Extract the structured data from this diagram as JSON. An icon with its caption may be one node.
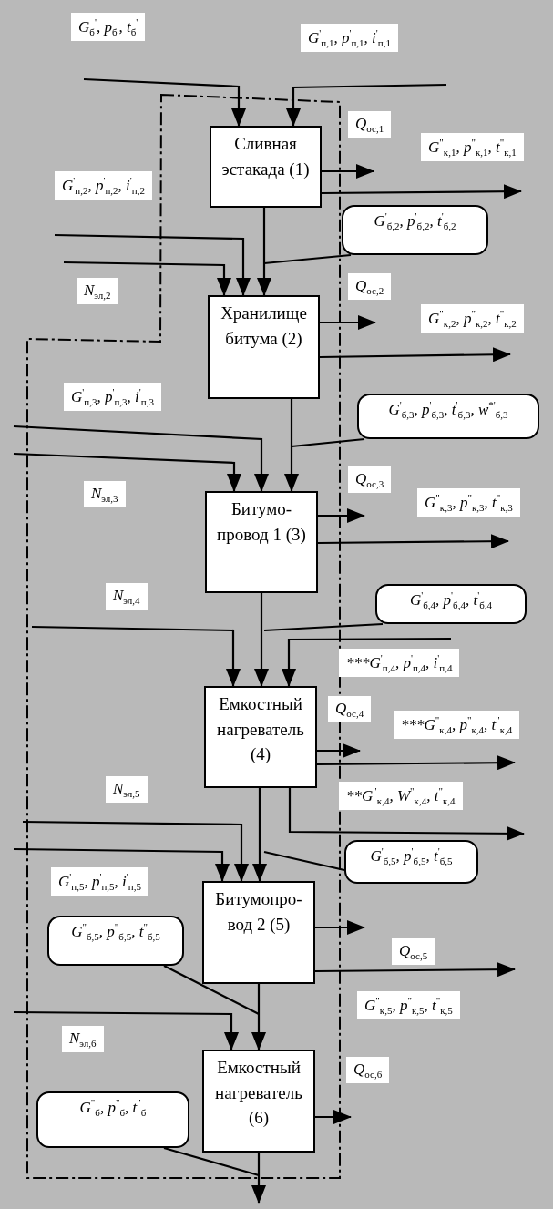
{
  "diagram": {
    "nodes": [
      {
        "text": [
          "Сливная эстакада (1)"
        ]
      },
      {
        "text": [
          "Хранилище битума (2)"
        ]
      },
      {
        "text": [
          "Битумо-провод 1 (3)"
        ]
      },
      {
        "text": [
          "Емкостный нагреватель (4)"
        ]
      },
      {
        "text": [
          "Битумопро-вод 2 (5)"
        ]
      },
      {
        "text": [
          "Емкостный нагреватель (6)"
        ]
      },
      {
        "text": [
          "G$^{'}$$_{б,2}$, p$^{'}$$_{б,2}$, t$^{'}$$_{б,2}$"
        ]
      },
      {
        "text": [
          "G$^{'}$$_{б,3}$, p$^{'}$$_{б,3}$, t$^{'}$$_{б,3}$, w$^{*'}$$_{б,3}$"
        ]
      },
      {
        "text": [
          "G$^{'}$$_{б,4}$, p$^{'}$$_{б,4}$, t$^{'}$$_{б,4}$"
        ]
      },
      {
        "text": [
          "G$^{'}$$_{б,5}$, p$^{'}$$_{б,5}$, t$^{'}$$_{б,5}$"
        ]
      },
      {
        "text": [
          "G$^{\"}$$_{б,5}$, p$^{\"}$$_{б,5}$, t$^{\"}$$_{б,5}$"
        ]
      },
      {
        "text": [
          "G$^{\"}$$_{б}$, p$^{\"}$$_{б}$, t$^{\"}$$_{б}$"
        ]
      }
    ],
    "edges": [
      {
        "from": null,
        "to": 0,
        "arrow": "to"
      },
      {
        "from": null,
        "to": 0,
        "arrow": "to"
      },
      {
        "from": 0,
        "to": null,
        "arrow": "to"
      },
      {
        "from": 0,
        "to": null,
        "arrow": "to"
      },
      {
        "from": 0,
        "to": 1,
        "arrow": "to"
      },
      {
        "from": null,
        "to": 1,
        "arrow": "to"
      },
      {
        "from": null,
        "to": 1,
        "arrow": "to"
      },
      {
        "from": 1,
        "to": null,
        "arrow": "to"
      },
      {
        "from": 1,
        "to": null,
        "arrow": "to"
      },
      {
        "from": 1,
        "to": 2,
        "arrow": "to"
      },
      {
        "from": null,
        "to": 2,
        "arrow": "to"
      },
      {
        "from": null,
        "to": 2,
        "arrow": "to"
      },
      {
        "from": 2,
        "to": null,
        "arrow": "to"
      },
      {
        "from": 2,
        "to": null,
        "arrow": "to"
      },
      {
        "from": 2,
        "to": 3,
        "arrow": "to"
      },
      {
        "from": null,
        "to": 3,
        "arrow": "to"
      },
      {
        "from": null,
        "to": 3,
        "arrow": "to"
      },
      {
        "from": 3,
        "to": null,
        "arrow": "to"
      },
      {
        "from": 3,
        "to": null,
        "arrow": "to"
      },
      {
        "from": 3,
        "to": null,
        "arrow": "to"
      },
      {
        "from": 3,
        "to": 4,
        "arrow": "to"
      },
      {
        "from": null,
        "to": 4,
        "arrow": "to"
      },
      {
        "from": null,
        "to": 4,
        "arrow": "to"
      },
      {
        "from": 4,
        "to": null,
        "arrow": "to"
      },
      {
        "from": 4,
        "to": null,
        "arrow": "to"
      },
      {
        "from": 4,
        "to": 5,
        "arrow": "to"
      },
      {
        "from": null,
        "to": 5,
        "arrow": "to"
      },
      {
        "from": 5,
        "to": null,
        "arrow": "to"
      },
      {
        "from": 5,
        "to": null,
        "arrow": "to"
      },
      {
        "from": 6,
        "to": null,
        "arrow": "none"
      },
      {
        "from": 7,
        "to": null,
        "arrow": "none"
      },
      {
        "from": 8,
        "to": null,
        "arrow": "none"
      },
      {
        "from": 9,
        "to": null,
        "arrow": "none"
      },
      {
        "from": 10,
        "to": null,
        "arrow": "none"
      },
      {
        "from": 11,
        "to": null,
        "arrow": "none"
      }
    ],
    "labels": [
      "G$_{б}$$^{'}$, p$_{б}$$^{'}$, t$_{б}$$^{'}$",
      "G$^{'}$$_{п,1}$, p$^{'}$$_{п,1}$, i$^{'}$$_{п,1}$",
      "Q$_{ос,1}$",
      "G$^{\"}$$_{к,1}$, p$^{\"}$$_{к,1}$, t$^{\"}$$_{к,1}$",
      "G$^{'}$$_{п,2}$, p$^{'}$$_{п,2}$, i$^{'}$$_{п,2}$",
      "N$_{эл,2}$",
      "Q$_{ос,2}$",
      "G$^{\"}$$_{к,2}$, p$^{\"}$$_{к,2}$, t$^{\"}$$_{к,2}$",
      "G$^{'}$$_{п,3}$, p$^{'}$$_{п,3}$, i$^{'}$$_{п,3}$",
      "N$_{эл,3}$",
      "Q$_{ос,3}$",
      "G$^{\"}$$_{к,3}$, p$^{\"}$$_{к,3}$, t$^{\"}$$_{к,3}$",
      "N$_{эл,4}$",
      "***G$^{'}$$_{п,4}$, p$^{'}$$_{п,4}$, i$^{'}$$_{п,4}$",
      "Q$_{ос,4}$",
      "***G$^{\"}$$_{к,4}$, p$^{\"}$$_{к,4}$, t$^{\"}$$_{к,4}$",
      "N$_{эл,5}$",
      "**G$^{\"}$$_{к,4}$, W$^{\"}$$_{к,4}$, t$^{\"}$$_{к,4}$",
      "G$^{'}$$_{п,5}$, p$^{'}$$_{п,5}$, i$^{'}$$_{п,5}$",
      "Q$_{ос,5}$",
      "G$^{\"}$$_{к,5}$, p$^{\"}$$_{к,5}$, t$^{\"}$$_{к,5}$",
      "N$_{эл,6}$",
      "Q$_{ос,6}$"
    ]
  }
}
